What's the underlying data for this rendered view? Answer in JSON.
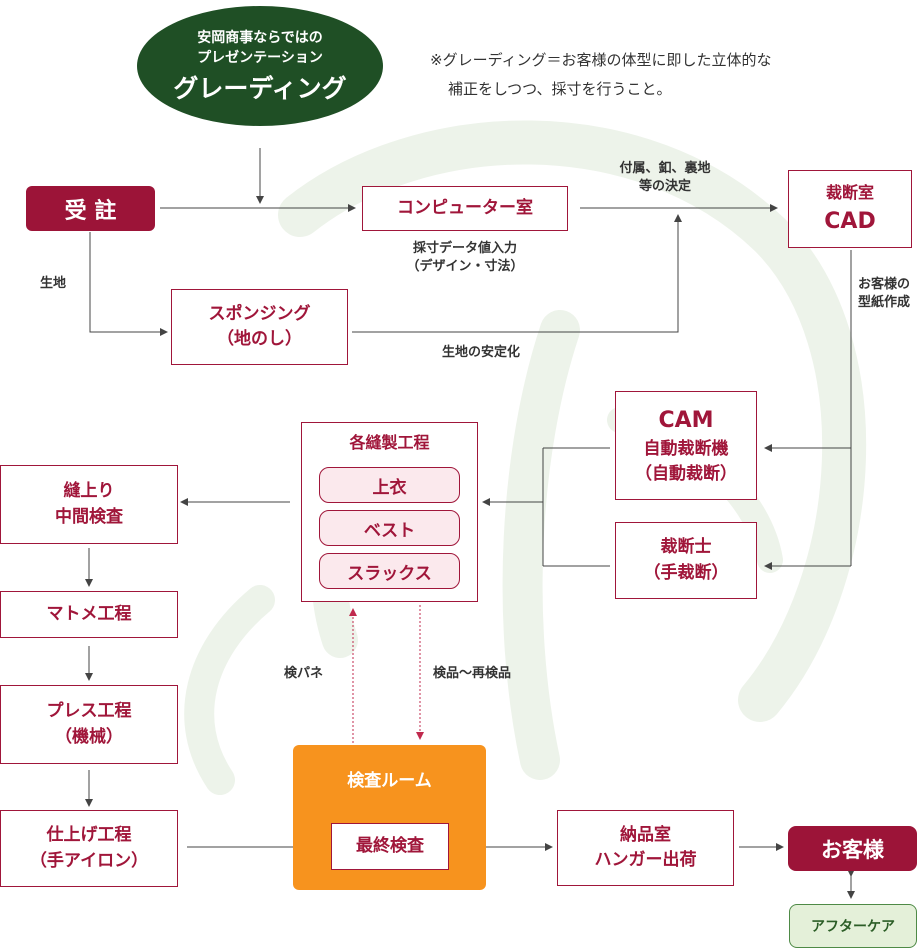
{
  "colors": {
    "accent": "#9c1438",
    "green": "#1f4f25",
    "orange": "#f7931e",
    "aftercare_bg": "#e4f0d9"
  },
  "oval": {
    "line1": "安岡商事ならではの",
    "line2": "プレゼンテーション",
    "line3": "グレーディング"
  },
  "note": {
    "line1": "※グレーディング＝お客様の体型に即した立体的な",
    "line2": "補正をしつつ、採寸を行うこと。"
  },
  "order": "受 註",
  "computer_room": "コンピューター室",
  "computer_sub": {
    "line1": "採寸データ値入力",
    "line2": "（デザイン・寸法）"
  },
  "accessory": {
    "line1": "付属、釦、裏地",
    "line2": "等の決定"
  },
  "cad": {
    "line1": "裁断室",
    "line2": "CAD"
  },
  "fabric_label": "生地",
  "sponging": {
    "line1": "スポンジング",
    "line2": "（地のし）"
  },
  "stabilize": "生地の安定化",
  "pattern": {
    "line1": "お客様の",
    "line2": "型紙作成"
  },
  "cam": {
    "line1": "CAM",
    "line2": "自動裁断機",
    "line3": "（自動裁断）"
  },
  "cutter": {
    "line1": "裁断士",
    "line2": "（手裁断）"
  },
  "sewing": {
    "title": "各縫製工程",
    "items": [
      "上衣",
      "ベスト",
      "スラックス"
    ]
  },
  "finish_check": {
    "line1": "縫上り",
    "line2": "中間検査"
  },
  "matome": "マトメ工程",
  "press": {
    "line1": "プレス工程",
    "line2": "（機械）"
  },
  "shiage": {
    "line1": "仕上げ工程",
    "line2": "（手アイロン）"
  },
  "kenpane": "検パネ",
  "kenhin": "検品〜再検品",
  "inspection_room": "検査ルーム",
  "final_check": "最終検査",
  "delivery": {
    "line1": "納品室",
    "line2": "ハンガー出荷"
  },
  "customer": "お客様",
  "aftercare": "アフターケア"
}
